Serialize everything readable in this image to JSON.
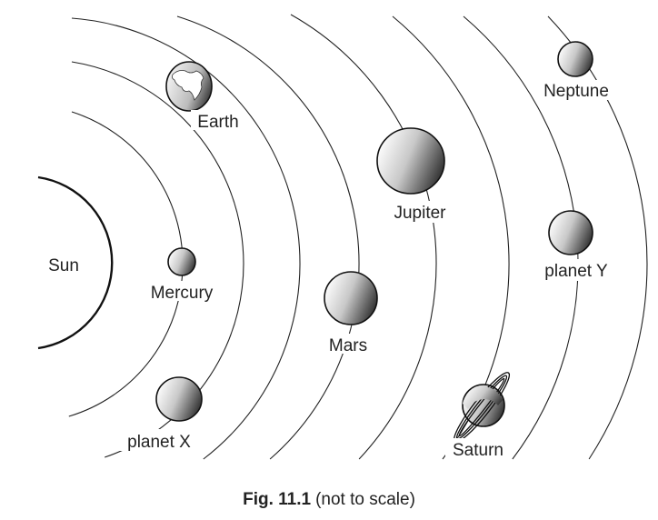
{
  "sun_label": "Sun",
  "planets": {
    "mercury": "Mercury",
    "earth": "Earth",
    "planet_x": "planet X",
    "mars": "Mars",
    "jupiter": "Jupiter",
    "saturn": "Saturn",
    "planet_y": "planet Y",
    "neptune": "Neptune"
  },
  "caption": {
    "figure": "Fig. 11.1",
    "note": "(not to scale)"
  }
}
